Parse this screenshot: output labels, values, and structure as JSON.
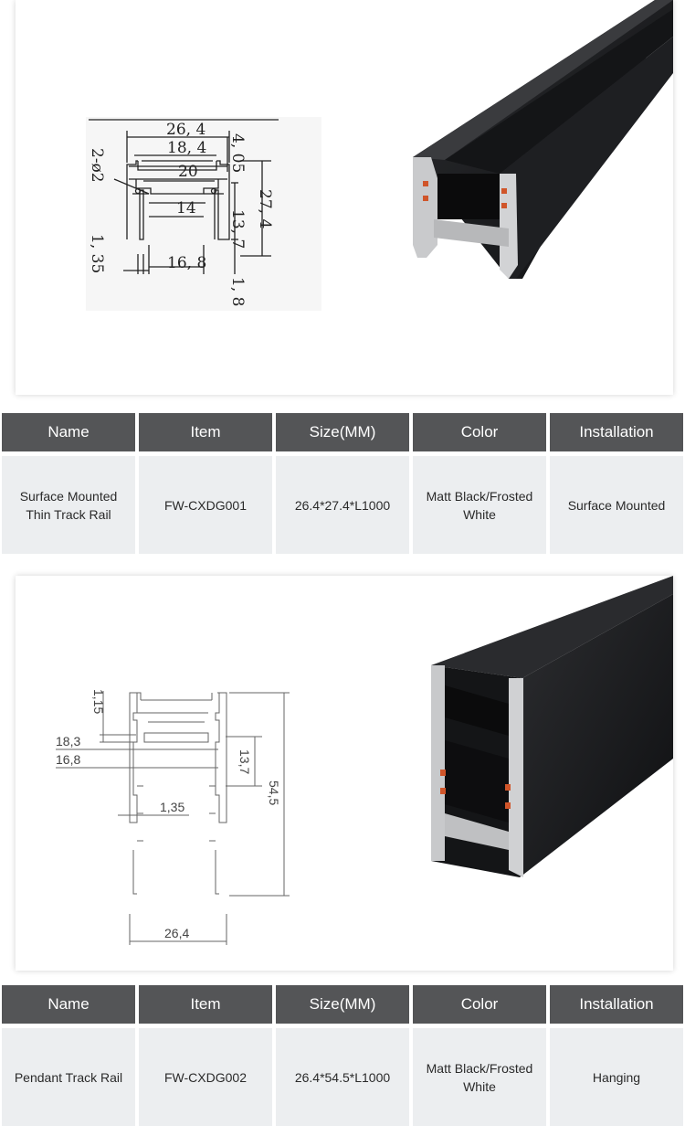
{
  "products": [
    {
      "drawing_dims": {
        "total_width": "26, 4",
        "inner_width": "18, 4",
        "slot_width": "20",
        "channel_width": "14",
        "bottom_opening": "16, 8",
        "top_thickness": "4, 05",
        "total_height": "27, 4",
        "inner_height": "13, 7",
        "wall": "1, 35",
        "bottom_lip": "1, 8",
        "holes": "2-ø2"
      },
      "table": {
        "headers": [
          "Name",
          "Item",
          "Size(MM)",
          "Color",
          "Installation"
        ],
        "values": [
          "Surface Mounted Thin Track Rail",
          "FW-CXDG001",
          "26.4*27.4*L1000",
          "Matt Black/Frosted White",
          "Surface Mounted"
        ]
      }
    },
    {
      "drawing_dims": {
        "top_lip": "1,15",
        "inner_a": "18,3",
        "inner_b": "16,8",
        "inner_height": "13,7",
        "total_height": "54,5",
        "wall": "1,35",
        "total_width": "26,4"
      },
      "table": {
        "headers": [
          "Name",
          "Item",
          "Size(MM)",
          "Color",
          "Installation"
        ],
        "values": [
          "Pendant Track Rail",
          "FW-CXDG002",
          "26.4*54.5*L1000",
          "Matt Black/Frosted White",
          "Hanging"
        ]
      }
    }
  ],
  "colors": {
    "header_bg": "#545557",
    "cell_bg": "#eceef0",
    "rail": "#1b1c1e"
  }
}
